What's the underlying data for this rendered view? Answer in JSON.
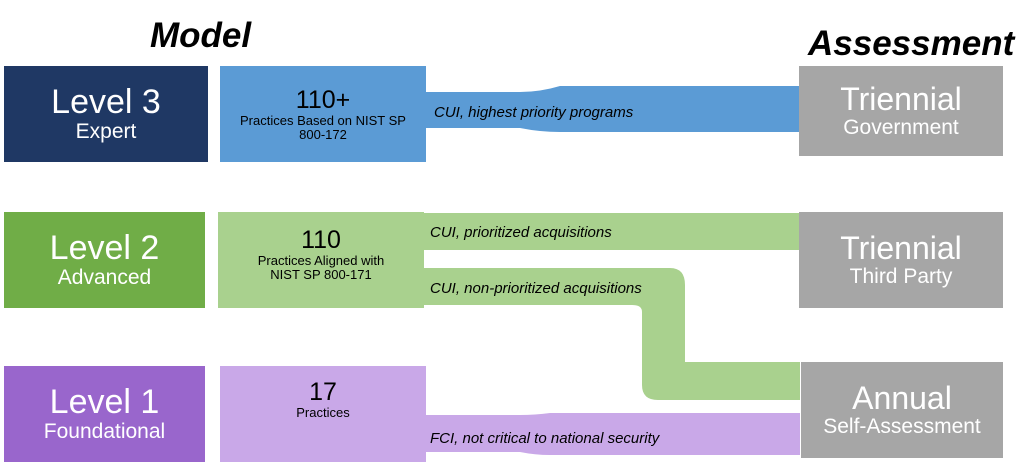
{
  "headers": {
    "model": "Model",
    "assessment": "Assessment"
  },
  "levels": [
    {
      "title": "Level 3",
      "subtitle": "Expert",
      "color": "#1f3864",
      "practices": {
        "count": "110+",
        "desc_line1": "Practices  Based on NIST SP",
        "desc_line2": "800-172",
        "color": "#5b9bd5"
      }
    },
    {
      "title": "Level 2",
      "subtitle": "Advanced",
      "color": "#70ad47",
      "practices": {
        "count": "110",
        "desc_line1": "Practices  Aligned with",
        "desc_line2": "NIST SP 800-171",
        "color": "#a9d18e"
      }
    },
    {
      "title": "Level 1",
      "subtitle": "Foundational",
      "color": "#9966cc",
      "practices": {
        "count": "17",
        "desc_line1": "Practices",
        "desc_line2": "",
        "color": "#c9a8e8"
      }
    }
  ],
  "assessments": [
    {
      "title": "Triennial",
      "subtitle": "Government"
    },
    {
      "title": "Triennial",
      "subtitle": "Third Party"
    },
    {
      "title": "Annual",
      "subtitle": "Self-Assessment"
    }
  ],
  "flows": [
    {
      "label": "CUI, highest priority programs"
    },
    {
      "label": "CUI, prioritized acquisitions"
    },
    {
      "label": "CUI, non-prioritized acquisitions"
    },
    {
      "label": "FCI, not critical to national security"
    }
  ],
  "colors": {
    "assessment_box": "#a6a6a6",
    "flow_blue": "#5b9bd5",
    "flow_green": "#a9d18e",
    "flow_purple": "#c9a8e8"
  }
}
